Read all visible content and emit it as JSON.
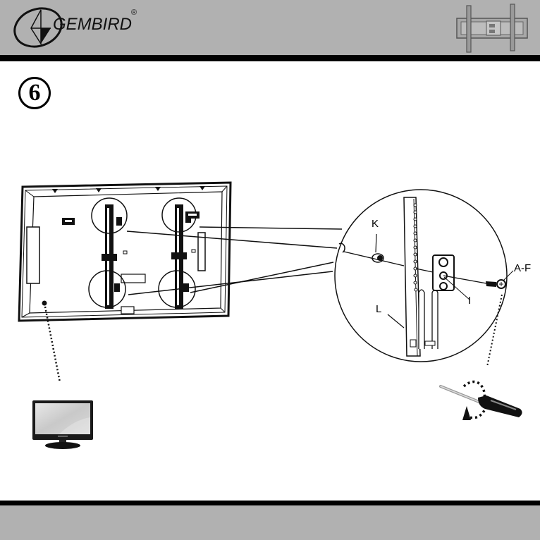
{
  "header": {
    "brand": "GEMBIRD",
    "registered_mark": "®",
    "background_color": "#b1b1b1",
    "rule_color": "#000000",
    "logo_icon": "gembird-logo-icon",
    "thumbnail_icon": "tv-wall-mount-bracket-icon"
  },
  "step": {
    "number": "6"
  },
  "diagram": {
    "tv_back_icon": "tv-back-with-brackets-icon",
    "detail_callout_icon": "magnified-detail-circle-icon",
    "labels": {
      "spacer": "K",
      "bracket_arm": "L",
      "washer_plate": "I",
      "screws": "A-F"
    }
  },
  "icons": {
    "monitor": "lcd-monitor-icon",
    "screwdriver": "screwdriver-rotate-icon"
  },
  "footer": {
    "background_color": "#b1b1b1"
  }
}
